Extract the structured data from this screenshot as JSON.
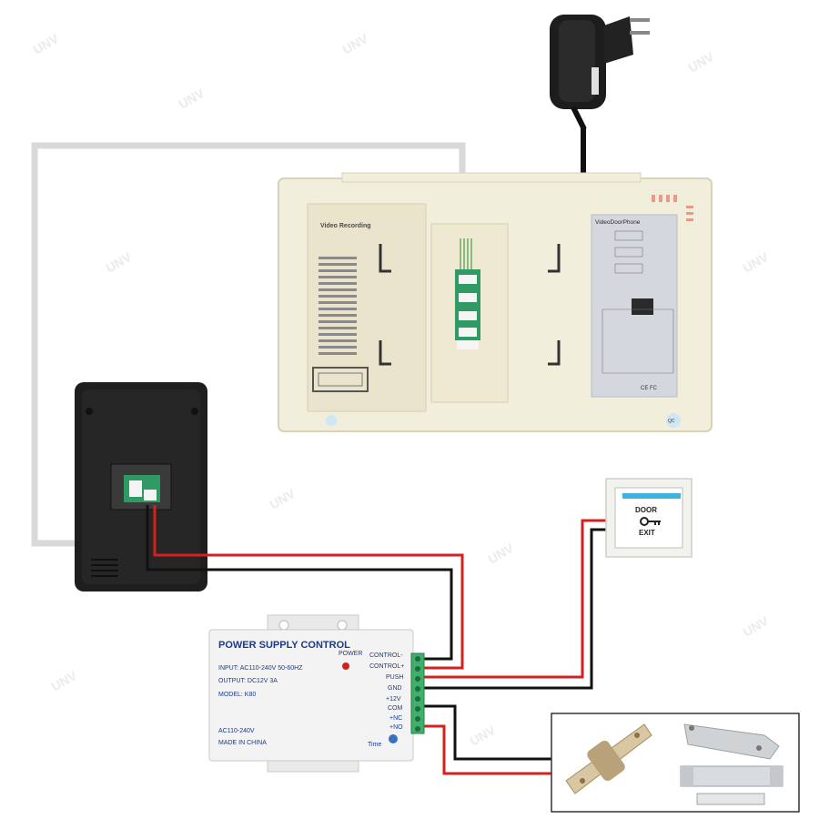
{
  "monitor": {
    "label_video_recording": "Video Recording",
    "label_brand": "VideoDoorPhone",
    "qc_stamp": "QC"
  },
  "exit_button": {
    "line1": "DOOR",
    "line2": "EXIT"
  },
  "psu": {
    "title": "POWER SUPPLY CONTROL",
    "power_label": "POWER",
    "input_spec": "INPUT: AC110-240V  50-60HZ",
    "output_spec": "OUTPUT: DC12V  3A",
    "model": "MODEL: K80",
    "voltage": "AC110-240V",
    "made_in": "MADE IN CHINA",
    "time_label": "Time",
    "terminals": [
      "CONTROL-",
      "CONTROL+",
      "PUSH",
      "GND",
      "+12V",
      "COM",
      "+NC",
      "+NO"
    ]
  },
  "colors": {
    "panel_beige": "#f2eedc",
    "wire_red": "#d42020",
    "wire_black": "#111111",
    "cable_grey": "#d9d9d9",
    "terminal_green": "#3fb06a",
    "psu_text_blue": "#1a3a8a"
  }
}
